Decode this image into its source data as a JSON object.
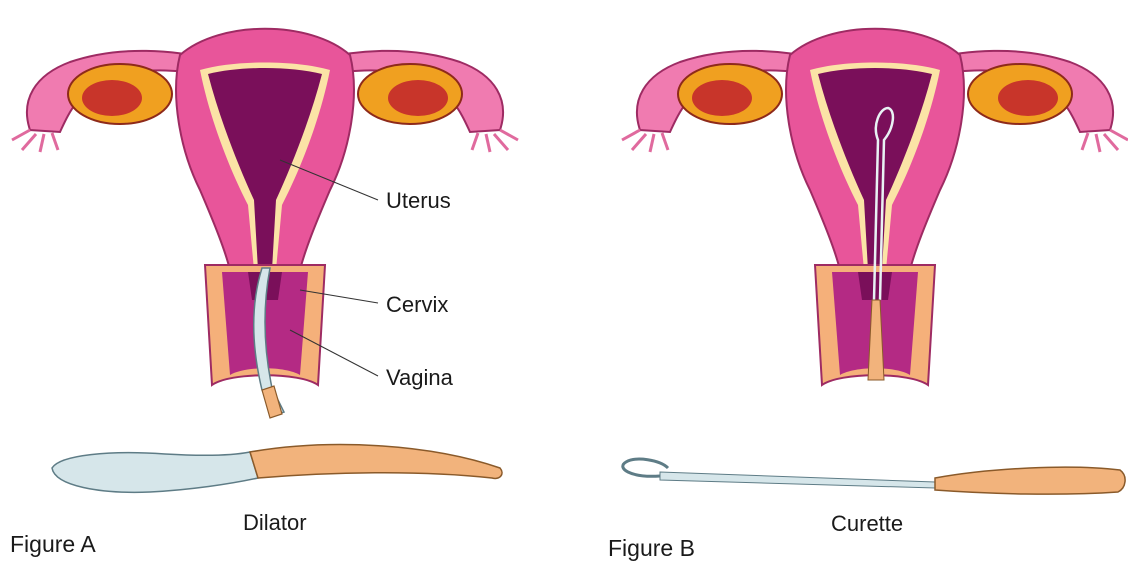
{
  "figure_a": {
    "caption": "Figure A",
    "labels": {
      "uterus": "Uterus",
      "cervix": "Cervix",
      "vagina": "Vagina"
    },
    "instrument": "Dilator"
  },
  "figure_b": {
    "caption": "Figure B",
    "instrument": "Curette"
  },
  "colors": {
    "uterus_pink": "#e8559a",
    "tube_pink": "#f07bb0",
    "cavity_purple": "#7a0f5a",
    "lining_cream": "#fbe3a6",
    "ovary_orange": "#f0a020",
    "ovary_red": "#c8352a",
    "cervix_magenta": "#b42a84",
    "skin_peach": "#f5b07a",
    "steel": "#d6e6ea",
    "handle": "#f2b37c"
  },
  "icons": [
    "dilator-instrument",
    "curette-instrument"
  ]
}
